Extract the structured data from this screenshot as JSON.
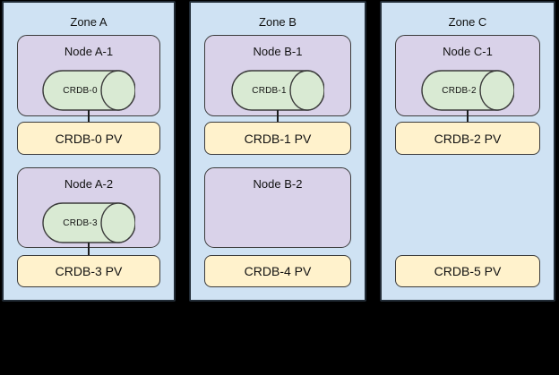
{
  "colors": {
    "background": "#000000",
    "border": "#212b35",
    "shape_border": "#3b3b3b",
    "zone_fill": "#cfe2f3",
    "node_fill": "#d9d2e9",
    "cylinder_fill": "#d9ead3",
    "pv_fill": "#fff2cc"
  },
  "zones": [
    {
      "title": "Zone A",
      "nodes": [
        {
          "title": "Node A-1",
          "pod": "CRDB-0",
          "pv": "CRDB-0 PV"
        },
        {
          "title": "Node A-2",
          "pod": "CRDB-3",
          "pv": "CRDB-3 PV"
        }
      ]
    },
    {
      "title": "Zone B",
      "nodes": [
        {
          "title": "Node B-1",
          "pod": "CRDB-1",
          "pv": "CRDB-1 PV"
        },
        {
          "title": "Node B-2",
          "pv": "CRDB-4 PV"
        }
      ]
    },
    {
      "title": "Zone C",
      "nodes": [
        {
          "title": "Node C-1",
          "pod": "CRDB-2",
          "pv": "CRDB-2 PV"
        },
        {
          "pv": "CRDB-5 PV"
        }
      ]
    }
  ]
}
